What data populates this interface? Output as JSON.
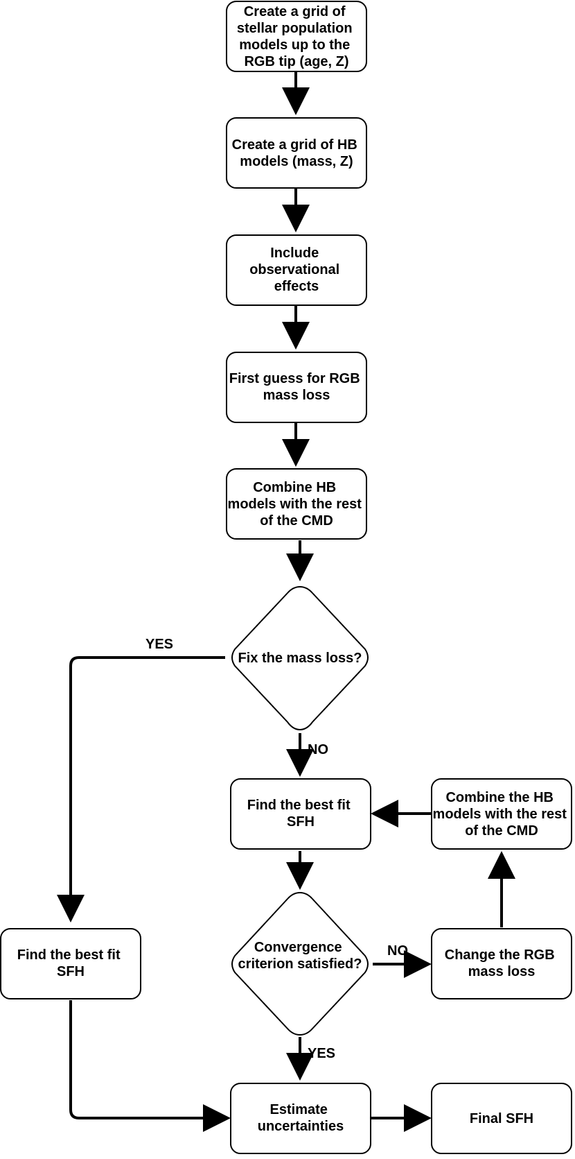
{
  "diagram": {
    "nodes": {
      "grid_stellar": [
        "Create a grid of",
        "stellar population",
        "models  up to the",
        "RGB tip (age, Z)"
      ],
      "grid_hb": [
        "Create a grid of HB",
        "models (mass, Z)"
      ],
      "observational": [
        "Include",
        "observational",
        "effects"
      ],
      "first_guess": [
        "First guess for RGB",
        "mass loss"
      ],
      "combine_hb": [
        "Combine HB",
        "models with the rest",
        "of the CMD"
      ],
      "fix_mass_loss": [
        "Fix the mass loss?"
      ],
      "best_fit_mid": [
        "Find the best fit",
        "SFH"
      ],
      "combine_hb_rest": [
        "Combine the HB",
        "models with the rest",
        "of the CMD"
      ],
      "convergence": [
        "Convergence",
        "criterion satisfied?"
      ],
      "change_rgb": [
        "Change the RGB",
        "mass loss"
      ],
      "best_fit_left": [
        "Find the best fit",
        "SFH"
      ],
      "estimate": [
        "Estimate",
        "uncertainties"
      ],
      "final": [
        "Final SFH"
      ]
    },
    "edge_labels": {
      "fix_yes": "YES",
      "fix_no": "NO",
      "conv_no": "NO",
      "conv_yes": "YES"
    }
  }
}
